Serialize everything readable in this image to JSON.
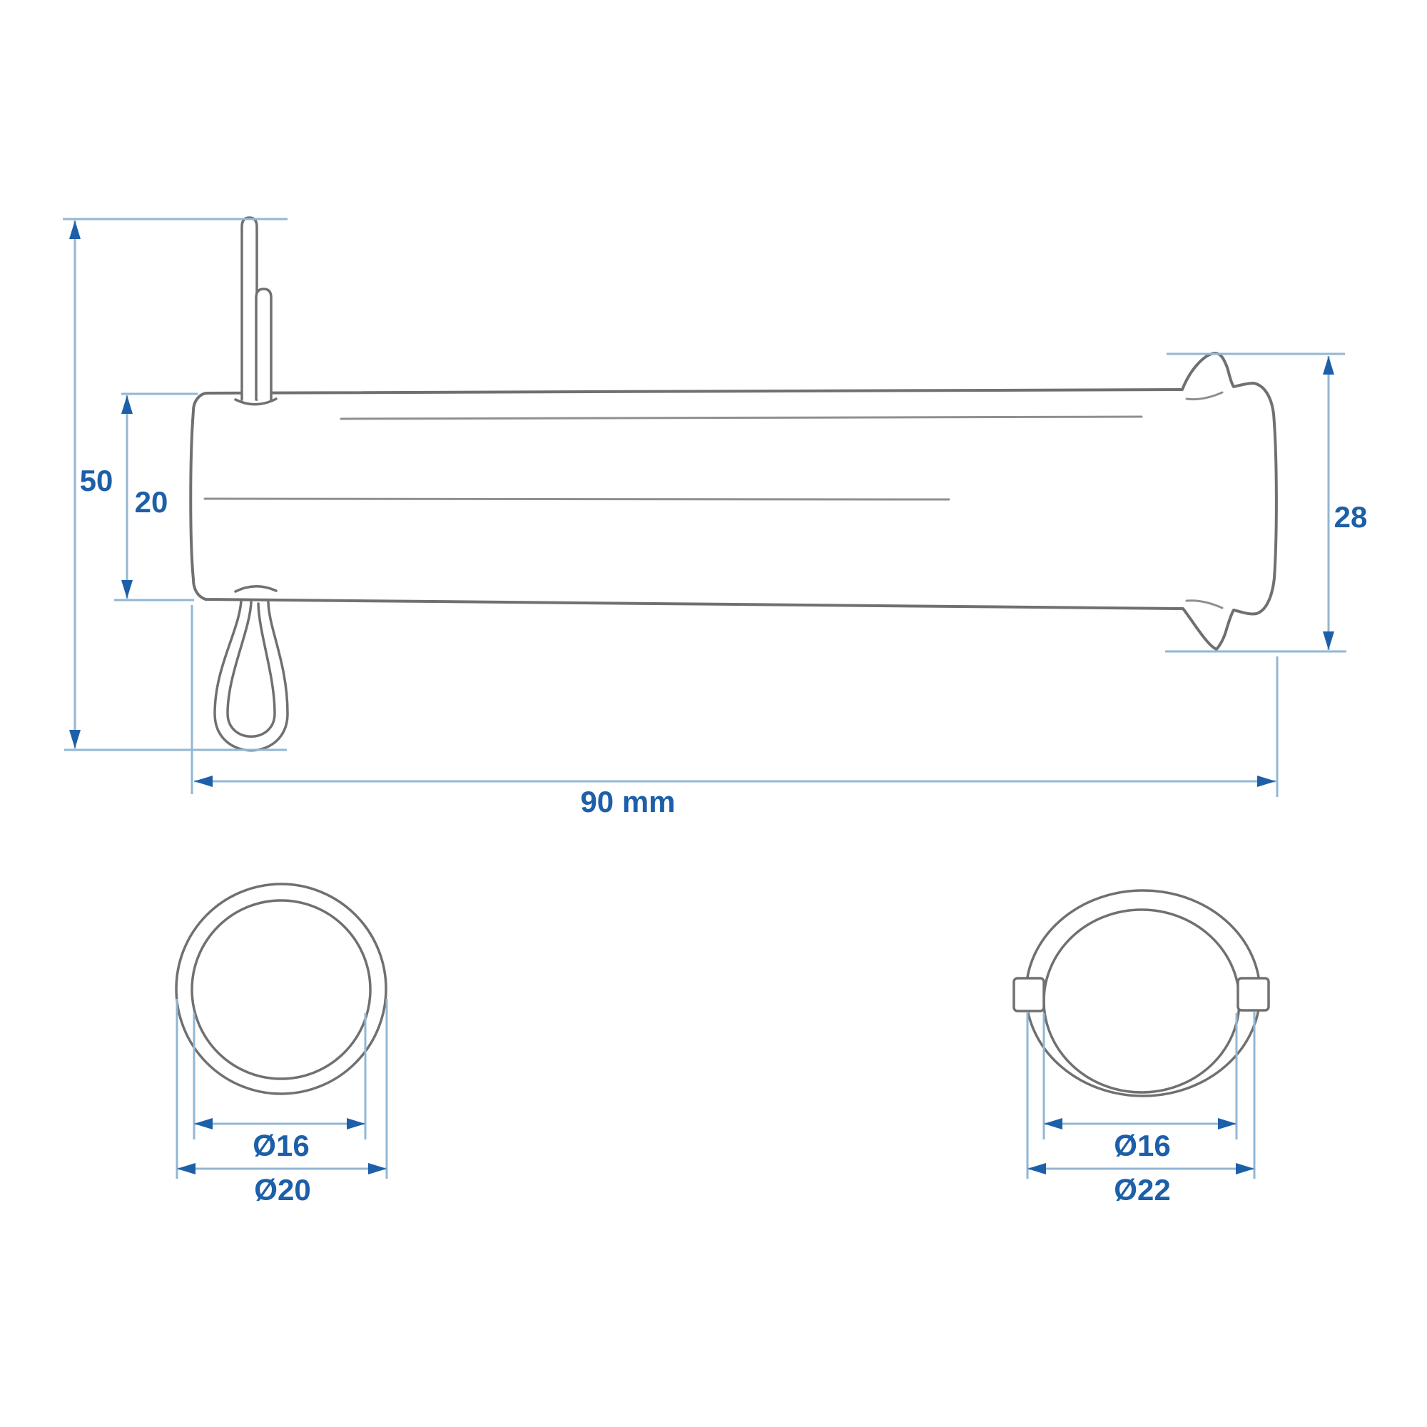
{
  "colors": {
    "background": "#ffffff",
    "dimension_text": "#1d5fa8",
    "dimension_line": "#92b7d4",
    "arrow": "#1d5fa8",
    "outline": "#707070",
    "highlight": "#8f8f8f"
  },
  "drawing": {
    "subject": "clevis pin with cotter pin - dimensioned technical drawing",
    "views": {
      "side": {
        "name": "side view",
        "dims": {
          "overall_height": "50",
          "shaft_diameter": "20",
          "head_diameter": "28",
          "overall_length": "90 mm"
        }
      },
      "section_left": {
        "name": "pin end cross-section",
        "dims": {
          "inner": "Ø16",
          "outer": "Ø20"
        }
      },
      "section_right": {
        "name": "head end cross-section",
        "dims": {
          "inner": "Ø16",
          "outer": "Ø22"
        }
      }
    }
  }
}
